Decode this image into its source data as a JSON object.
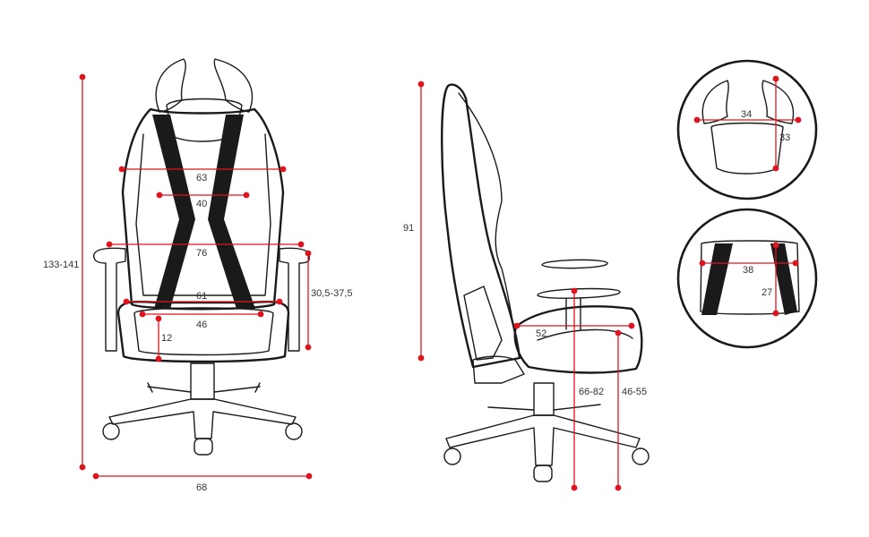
{
  "accent_color": "#e0141e",
  "line_color": "#1a1a1a",
  "front_view": {
    "height_range": "133-141",
    "backrest_top_width": "63",
    "backrest_inner_width": "40",
    "armrest_span": "76",
    "seat_back_width": "61",
    "seat_width": "46",
    "seat_cushion_height": "12",
    "armrest_height_range": "30,5-37,5",
    "base_width": "68"
  },
  "side_view": {
    "backrest_height": "91",
    "seat_depth": "52",
    "armrest_floor_height": "66-82",
    "seat_floor_height": "46-55"
  },
  "detail_views": {
    "headrest_width": "34",
    "headrest_height": "33",
    "lumbar_width": "38",
    "lumbar_height": "27"
  }
}
